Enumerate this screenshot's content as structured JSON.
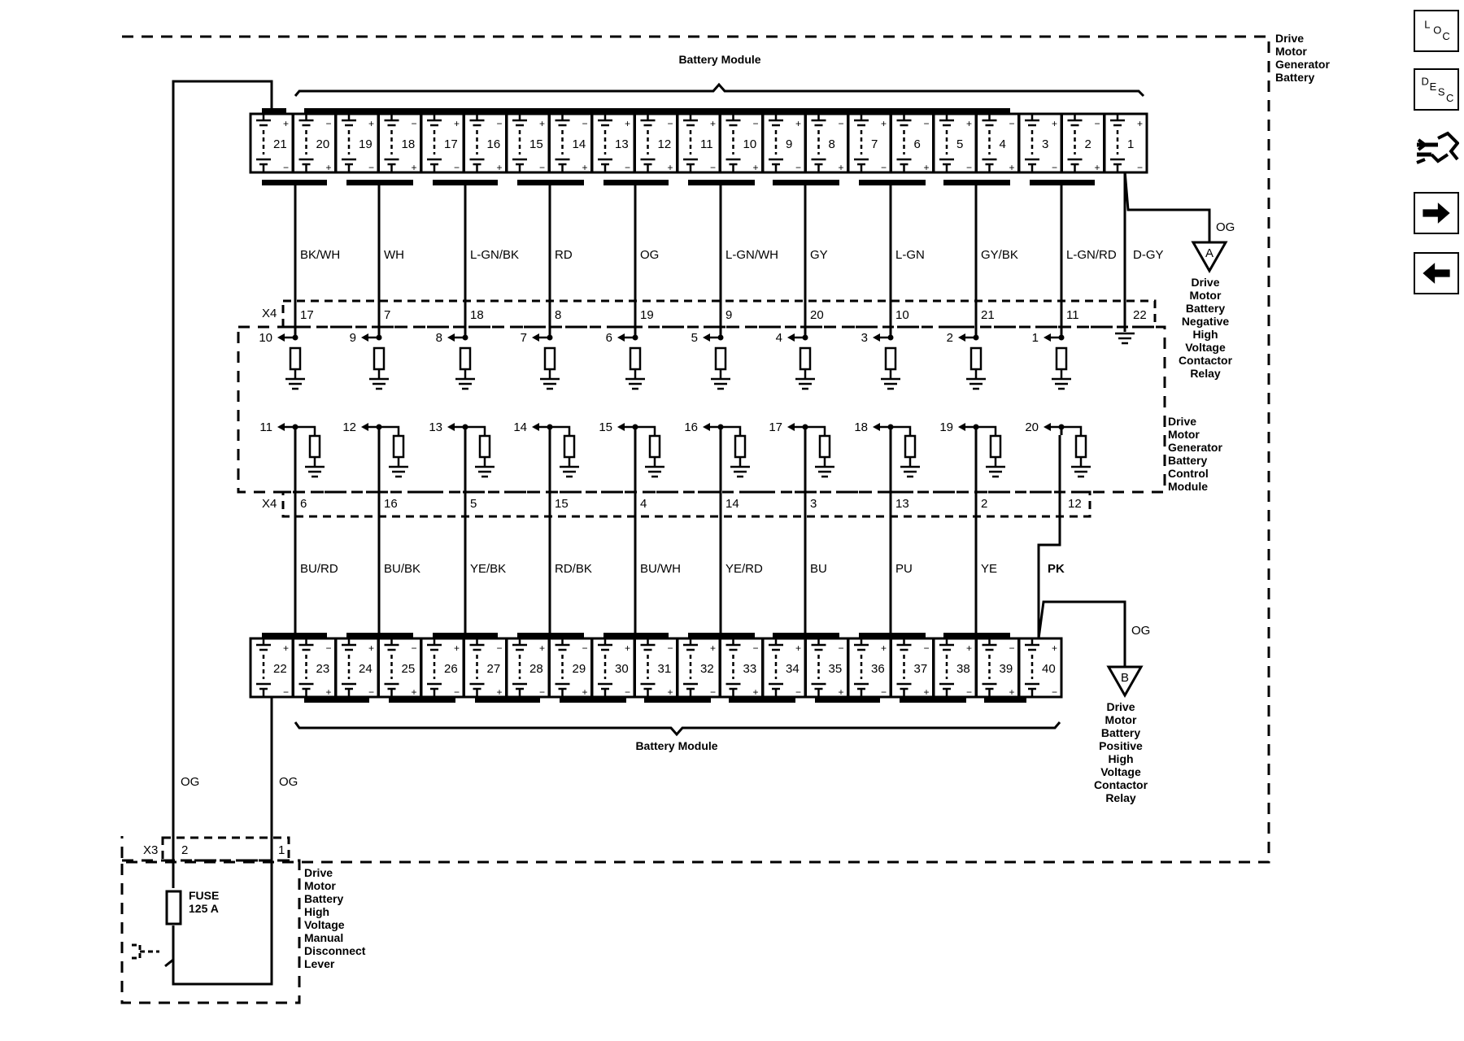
{
  "diagram": {
    "outer_label": "Drive Motor Generator Battery",
    "top_module_label": "Battery Module",
    "bottom_module_label": "Battery Module",
    "control_module_label": "Drive Motor Generator Battery Control Module",
    "neg_relay_label": "Drive Motor Battery Negative High Voltage Contactor Relay",
    "pos_relay_label": "Drive Motor Battery Positive High Voltage Contactor Relay",
    "disconnect_label": "Drive Motor Battery High Voltage Manual Disconnect Lever",
    "fuse_label": "FUSE 125 A",
    "connector_x4": "X4",
    "connector_x3": "X3",
    "x3_pins": [
      "2",
      "1"
    ],
    "relay_a": "A",
    "relay_b": "B",
    "relay_wire": "OG",
    "left_wire_a": "OG",
    "left_wire_b": "OG",
    "top_cells": [
      "21",
      "20",
      "19",
      "18",
      "17",
      "16",
      "15",
      "14",
      "13",
      "12",
      "11",
      "10",
      "9",
      "8",
      "7",
      "6",
      "5",
      "4",
      "3",
      "2",
      "1"
    ],
    "bottom_cells": [
      "22",
      "23",
      "24",
      "25",
      "26",
      "27",
      "28",
      "29",
      "30",
      "31",
      "32",
      "33",
      "34",
      "35",
      "36",
      "37",
      "38",
      "39",
      "40"
    ],
    "top_wires": [
      {
        "color": "BK/WH",
        "pin": "17",
        "node": "10"
      },
      {
        "color": "WH",
        "pin": "7",
        "node": "9"
      },
      {
        "color": "L-GN/BK",
        "pin": "18",
        "node": "8"
      },
      {
        "color": "RD",
        "pin": "8",
        "node": "7"
      },
      {
        "color": "OG",
        "pin": "19",
        "node": "6"
      },
      {
        "color": "L-GN/WH",
        "pin": "9",
        "node": "5"
      },
      {
        "color": "GY",
        "pin": "20",
        "node": "4"
      },
      {
        "color": "L-GN",
        "pin": "10",
        "node": "3"
      },
      {
        "color": "GY/BK",
        "pin": "21",
        "node": "2"
      },
      {
        "color": "L-GN/RD",
        "pin": "11",
        "node": "1"
      },
      {
        "color": "D-GY",
        "pin": "22",
        "node": ""
      }
    ],
    "bottom_wires": [
      {
        "color": "BU/RD",
        "pin": "6",
        "node": "11"
      },
      {
        "color": "BU/BK",
        "pin": "16",
        "node": "12"
      },
      {
        "color": "YE/BK",
        "pin": "5",
        "node": "13"
      },
      {
        "color": "RD/BK",
        "pin": "15",
        "node": "14"
      },
      {
        "color": "BU/WH",
        "pin": "4",
        "node": "15"
      },
      {
        "color": "YE/RD",
        "pin": "14",
        "node": "16"
      },
      {
        "color": "BU",
        "pin": "3",
        "node": "17"
      },
      {
        "color": "PU",
        "pin": "13",
        "node": "18"
      },
      {
        "color": "YE",
        "pin": "2",
        "node": "19"
      },
      {
        "color": "PK",
        "pin": "12",
        "node": "20"
      }
    ]
  },
  "toolbar": [
    {
      "name": "loc-button",
      "letters": [
        "L",
        "O",
        "C"
      ]
    },
    {
      "name": "desc-button",
      "letters": [
        "D",
        "E",
        "S",
        "C"
      ]
    },
    {
      "name": "connector-view-button",
      "icon": "connector-icon"
    },
    {
      "name": "next-button",
      "icon": "arrow-right-icon"
    },
    {
      "name": "previous-button",
      "icon": "arrow-left-icon"
    }
  ]
}
